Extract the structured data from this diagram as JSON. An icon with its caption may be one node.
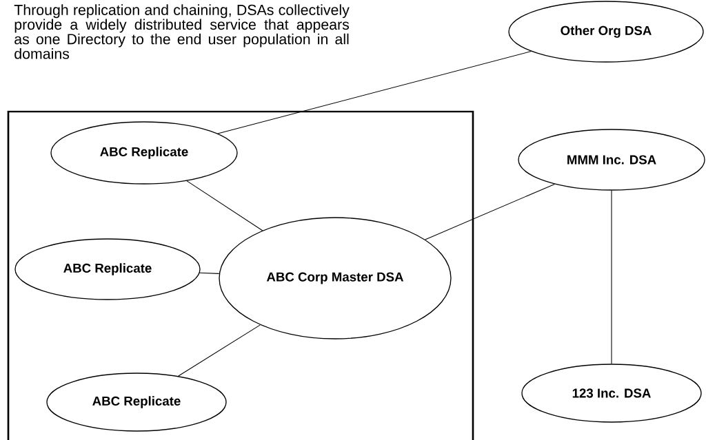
{
  "diagram": {
    "nodes": [
      {
        "text": [],
        "shape": "box"
      },
      {
        "text": [
          "ABC Replicate"
        ],
        "in": 0
      },
      {
        "text": [
          "ABC Replicate"
        ],
        "in": 0
      },
      {
        "text": [
          "ABC Corp Master DSA"
        ],
        "in": 0
      },
      {
        "text": [
          "ABC Replicate"
        ],
        "in": 0
      },
      {
        "text": [
          "Other Org DSA"
        ]
      },
      {
        "text": [
          "MMM Inc. DSA"
        ]
      },
      {
        "text": [
          "123 Inc. DSA"
        ]
      }
    ],
    "edges": [
      {
        "from": 1,
        "to": 5,
        "arrow": "none"
      },
      {
        "from": 1,
        "to": 3,
        "arrow": "none"
      },
      {
        "from": 2,
        "to": 3,
        "arrow": "none"
      },
      {
        "from": 4,
        "to": 3,
        "arrow": "none"
      },
      {
        "from": 3,
        "to": 6,
        "arrow": "none"
      },
      {
        "from": 6,
        "to": 7,
        "arrow": "none"
      }
    ],
    "labels": [
      "Through replication and chaining, DSAs collectively provide a widely distributed service that appears as one Directory to the end user population in all domains"
    ]
  }
}
